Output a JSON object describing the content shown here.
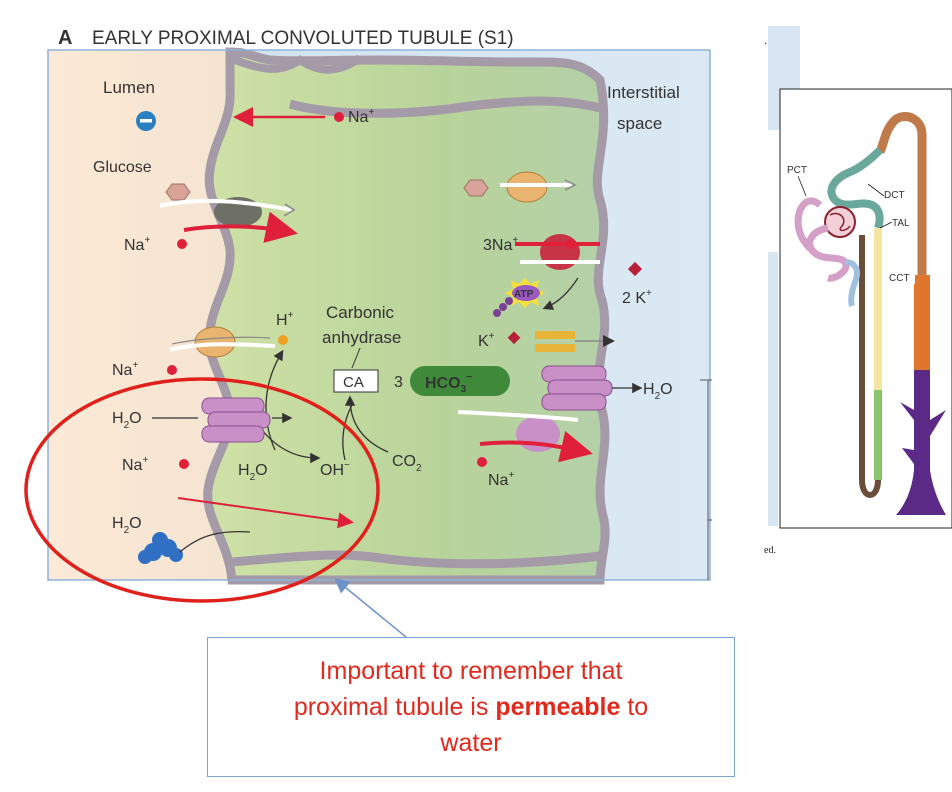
{
  "panel": {
    "letter": "A",
    "title": "EARLY PROXIMAL CONVOLUTED TUBULE (S1)"
  },
  "labels": {
    "lumen": "Lumen",
    "interstitial_1": "Interstitial",
    "interstitial_2": "space",
    "glucose": "Glucose",
    "na": "Na",
    "plus": "+",
    "h": "H",
    "carbonic_1": "Carbonic",
    "carbonic_2": "anhydrase",
    "ca": "CA",
    "three": "3",
    "hco3": "HCO",
    "hco3_sub": "3",
    "hco3_sup": "−",
    "three_na": "3Na",
    "two_k": "2 K",
    "k": "K",
    "atp": "ATP",
    "h2o": "H",
    "h2o_sub": "2",
    "h2o_o": "O",
    "oh": "OH",
    "oh_sup": "−",
    "co2": "CO",
    "co2_sub": "2"
  },
  "nephron": {
    "pct": "PCT",
    "dct": "DCT",
    "tal": "TAL",
    "cct": "CCT"
  },
  "caption": "ed.",
  "callout": {
    "line1": "Important to remember that",
    "line2_before": "proximal tubule is ",
    "line2_bold": "permeable",
    "line2_after": " to",
    "line3": "water"
  },
  "colors": {
    "membrane": "#a49aa8",
    "cell": "#c9dca0",
    "sodium": "#e0203a",
    "aquaporin": "#b07ab8",
    "callout_text": "#e02a1e",
    "circle": "#e0201a"
  }
}
